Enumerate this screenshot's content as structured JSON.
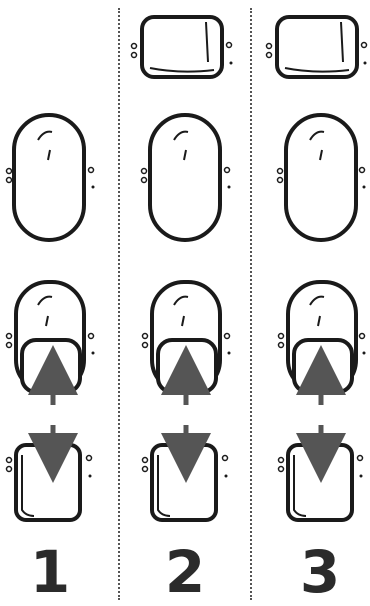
{
  "columns": [
    {
      "label": "1"
    },
    {
      "label": "2"
    },
    {
      "label": "3"
    }
  ],
  "colors": {
    "outline": "#1a1a1a",
    "arrow": "#555555",
    "divider": "#555555",
    "label": "#2b2b2b"
  }
}
